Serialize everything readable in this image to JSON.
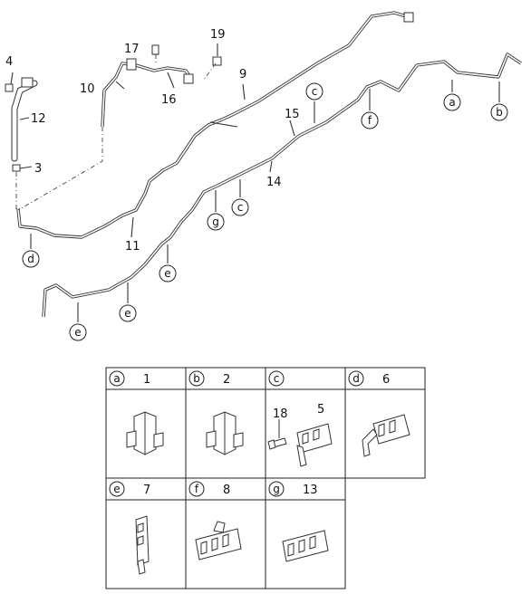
{
  "callouts": {
    "n4": "4",
    "n12": "12",
    "n3": "3",
    "n10": "10",
    "n17": "17",
    "n16": "16",
    "n19": "19",
    "n9": "9",
    "n15": "15",
    "n14": "14",
    "n11": "11"
  },
  "letters": {
    "a1": "a",
    "b1": "b",
    "c1": "c",
    "c2": "c",
    "f1": "f",
    "g1": "g",
    "d1": "d",
    "e1": "e",
    "e2": "e",
    "e3": "e"
  },
  "legend": [
    {
      "letter": "a",
      "number": "1"
    },
    {
      "letter": "b",
      "number": "2"
    },
    {
      "letter": "c",
      "number": "",
      "sub": [
        "18",
        "5"
      ]
    },
    {
      "letter": "d",
      "number": "6"
    },
    {
      "letter": "e",
      "number": "7"
    },
    {
      "letter": "f",
      "number": "8"
    },
    {
      "letter": "g",
      "number": "13"
    }
  ]
}
